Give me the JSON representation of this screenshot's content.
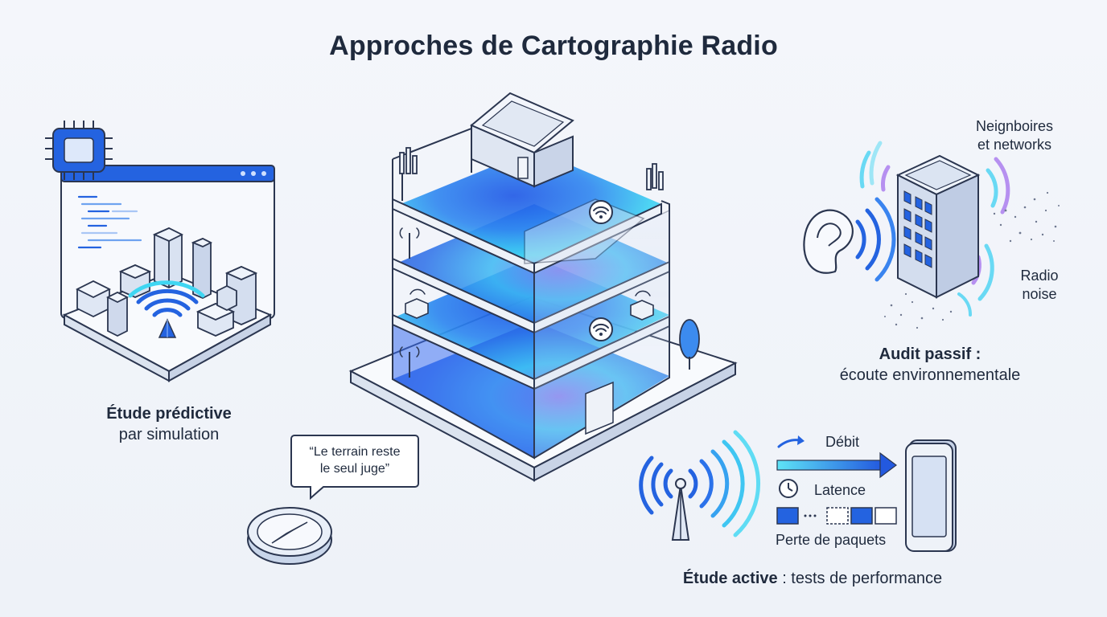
{
  "title": "Approches de Cartographie Radio",
  "predictive": {
    "heading": "Étude prédictive",
    "subheading": "par simulation"
  },
  "quote": {
    "line1": "“Le terrain reste",
    "line2": "le seul juge”"
  },
  "passive": {
    "heading": "Audit passif :",
    "subheading": "écoute environnementale",
    "label_neighbors_line1": "Neignboires",
    "label_neighbors_line2": "et networks",
    "label_noise_line1": "Radio",
    "label_noise_line2": "noise"
  },
  "active": {
    "heading": "Étude active",
    "heading_rest": " : tests de performance",
    "metric_throughput": "Débit",
    "metric_latency": "Latence",
    "metric_packet_loss": "Perte de paquets"
  },
  "colors": {
    "accent_blue": "#2463e0",
    "cyan": "#3fd6f2",
    "outline": "#2b3650",
    "purple": "#b690f0"
  },
  "icons": {
    "chip": "processor-chip-icon",
    "wifi": "wifi-icon",
    "ear": "ear-icon",
    "compass": "compass-icon",
    "clock": "clock-icon",
    "phone": "smartphone-icon",
    "antenna": "antenna-icon"
  }
}
